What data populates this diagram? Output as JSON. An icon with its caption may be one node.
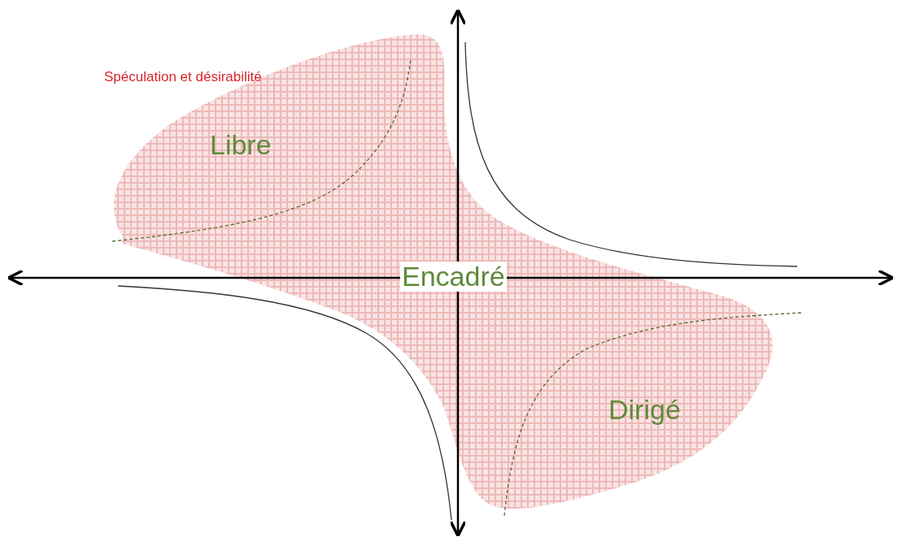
{
  "diagram": {
    "labels": [
      "Spéculation et désirabilité",
      "Libre",
      "Encadré",
      "Dirigé"
    ]
  }
}
